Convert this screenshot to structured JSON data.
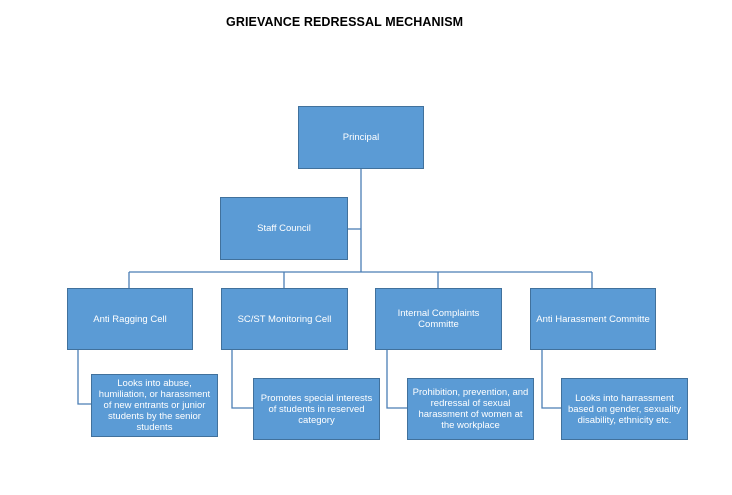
{
  "title": "GRIEVANCE REDRESSAL MECHANISM",
  "principal": "Principal",
  "staff_council": "Staff Council",
  "cells": [
    {
      "name": "Anti Ragging Cell",
      "description": "Looks into abuse, humiliation, or harassment of new entrants or junior students by the senior students"
    },
    {
      "name": "SC/ST Monitoring Cell",
      "description": "Promotes special interests of students in reserved category"
    },
    {
      "name": "Internal Complaints Committe",
      "description": "Prohibition, prevention, and redressal of sexual harassment of women at the workplace"
    },
    {
      "name": "Anti Harassment Committe",
      "description": "Looks into harrassment based on gender, sexuality disability, ethnicity etc."
    }
  ],
  "colors": {
    "box_fill": "#5b9bd5",
    "box_border": "#41719c",
    "connector": "#4a7eb5"
  }
}
